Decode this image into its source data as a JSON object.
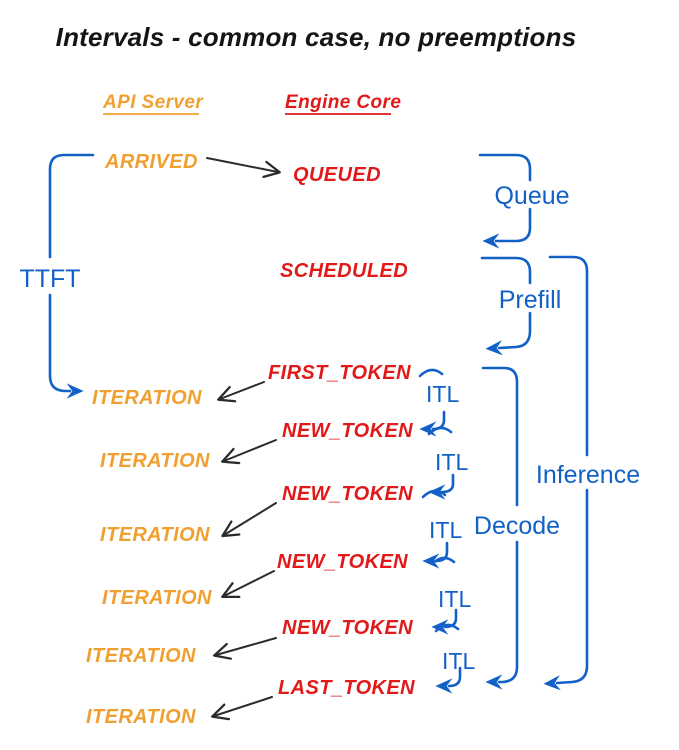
{
  "title": "Intervals - common case, no preemptions",
  "columns": {
    "api_server": "API Server",
    "engine_core": "Engine Core"
  },
  "api_events": {
    "arrived": "ARRIVED",
    "iterations": [
      "ITERATION",
      "ITERATION",
      "ITERATION",
      "ITERATION",
      "ITERATION",
      "ITERATION"
    ]
  },
  "engine_events": {
    "queued": "QUEUED",
    "scheduled": "SCHEDULED",
    "first_token": "FIRST_TOKEN",
    "new_tokens": [
      "NEW_TOKEN",
      "NEW_TOKEN",
      "NEW_TOKEN",
      "NEW_TOKEN"
    ],
    "last_token": "LAST_TOKEN"
  },
  "intervals": {
    "ttft": "TTFT",
    "queue": "Queue",
    "prefill": "Prefill",
    "decode": "Decode",
    "inference": "Inference",
    "itl": [
      "ITL",
      "ITL",
      "ITL",
      "ITL",
      "ITL"
    ]
  },
  "colors": {
    "api": "#F0A030",
    "engine": "#E11919",
    "interval": "#1261C7",
    "arrow": "#2B2B2B",
    "title": "#151515",
    "background": "#FFFFFF"
  }
}
